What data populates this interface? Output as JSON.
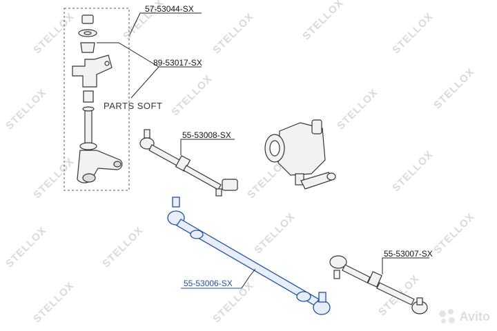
{
  "labels": {
    "bracket_kit": "57-53044-SX",
    "bushing_kit": "89-53017-SX",
    "tie_rod_left": "55-53008-SX",
    "tie_rod_right": "55-53007-SX",
    "center_link": "55-53006-SX"
  },
  "overlay_text": "PARTS SOFT",
  "watermark": {
    "text": "STELLOX"
  },
  "avito_logo": {
    "text": "Avito"
  },
  "colors": {
    "highlight": "#1c4fa0",
    "line": "#222222",
    "part_stroke": "#333333",
    "part_fill": "#f2f2f2",
    "watermark": "#d9d9d9"
  }
}
